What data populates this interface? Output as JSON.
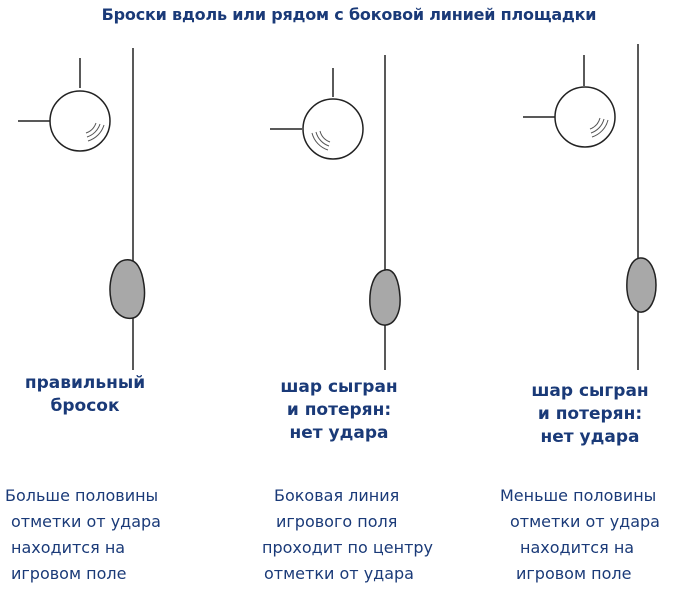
{
  "title": "Броски вдоль или рядом с боковой линией площадки",
  "panels": [
    {
      "verdict": "правильный\nбросок",
      "description": [
        "Больше половины",
        "отметки от удара",
        "находится на",
        "игровом поле"
      ]
    },
    {
      "verdict": "шар сыгран\nи потерян:\nнет удара",
      "description": [
        "Боковая линия",
        "игрового поля",
        "проходит по центру",
        "отметки от удара"
      ]
    },
    {
      "verdict": "шар сыгран\nи потерян:\nнет удара",
      "description": [
        "Меньше половины",
        "отметки от удара",
        "находится на",
        "игровом поле"
      ]
    }
  ],
  "colors": {
    "text": "#1a3a78",
    "mark_fill": "#a8a8a8",
    "line": "#222222"
  }
}
